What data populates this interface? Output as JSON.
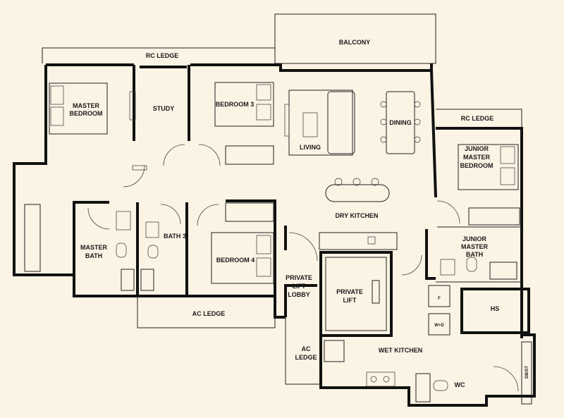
{
  "rooms": {
    "balcony": "BALCONY",
    "rc_ledge_top": "RC LEDGE",
    "master_bedroom_1": "MASTER",
    "master_bedroom_2": "BEDROOM",
    "study": "STUDY",
    "bedroom3": "BEDROOM 3",
    "living": "LIVING",
    "dining": "DINING",
    "rc_ledge_right": "RC LEDGE",
    "junior_master_bedroom_1": "JUNIOR",
    "junior_master_bedroom_2": "MASTER",
    "junior_master_bedroom_3": "BEDROOM",
    "dry_kitchen": "DRY KITCHEN",
    "master_bath_1": "MASTER",
    "master_bath_2": "BATH",
    "bath3": "BATH 3",
    "bedroom4": "BEDROOM 4",
    "private_lift_lobby_1": "PRIVATE",
    "private_lift_lobby_2": "LIFT",
    "private_lift_lobby_3": "LOBBY",
    "private_lift_1": "PRIVATE",
    "private_lift_2": "LIFT",
    "junior_master_bath_1": "JUNIOR",
    "junior_master_bath_2": "MASTER",
    "junior_master_bath_3": "BATH",
    "fridge": "F",
    "washer_dryer": "W+D",
    "hs": "HS",
    "ac_ledge_bottom": "AC LEDGE",
    "ac_ledge_side_1": "AC",
    "ac_ledge_side_2": "LEDGE",
    "wet_kitchen": "WET KITCHEN",
    "wc": "WC",
    "db_st": "DB/ST"
  }
}
